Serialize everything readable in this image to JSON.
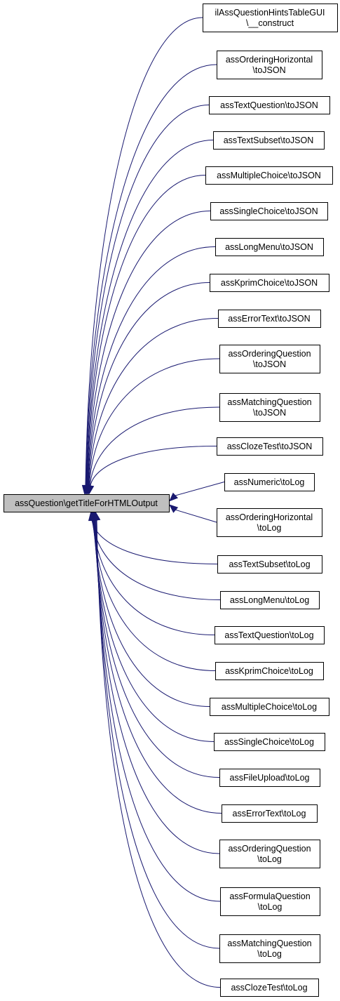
{
  "diagram": {
    "root": {
      "id": "root",
      "lines": [
        "assQuestion\\getTitleForHTMLOutput"
      ]
    },
    "callers": [
      {
        "id": "n0",
        "lines": [
          "ilAssQuestionHintsTableGUI",
          "\\__construct"
        ]
      },
      {
        "id": "n1",
        "lines": [
          "assOrderingHorizontal",
          "\\toJSON"
        ]
      },
      {
        "id": "n2",
        "lines": [
          "assTextQuestion\\toJSON"
        ]
      },
      {
        "id": "n3",
        "lines": [
          "assTextSubset\\toJSON"
        ]
      },
      {
        "id": "n4",
        "lines": [
          "assMultipleChoice\\toJSON"
        ]
      },
      {
        "id": "n5",
        "lines": [
          "assSingleChoice\\toJSON"
        ]
      },
      {
        "id": "n6",
        "lines": [
          "assLongMenu\\toJSON"
        ]
      },
      {
        "id": "n7",
        "lines": [
          "assKprimChoice\\toJSON"
        ]
      },
      {
        "id": "n8",
        "lines": [
          "assErrorText\\toJSON"
        ]
      },
      {
        "id": "n9",
        "lines": [
          "assOrderingQuestion",
          "\\toJSON"
        ]
      },
      {
        "id": "n10",
        "lines": [
          "assMatchingQuestion",
          "\\toJSON"
        ]
      },
      {
        "id": "n11",
        "lines": [
          "assClozeTest\\toJSON"
        ]
      },
      {
        "id": "n12",
        "lines": [
          "assNumeric\\toLog"
        ]
      },
      {
        "id": "n13",
        "lines": [
          "assOrderingHorizontal",
          "\\toLog"
        ]
      },
      {
        "id": "n14",
        "lines": [
          "assTextSubset\\toLog"
        ]
      },
      {
        "id": "n15",
        "lines": [
          "assLongMenu\\toLog"
        ]
      },
      {
        "id": "n16",
        "lines": [
          "assTextQuestion\\toLog"
        ]
      },
      {
        "id": "n17",
        "lines": [
          "assKprimChoice\\toLog"
        ]
      },
      {
        "id": "n18",
        "lines": [
          "assMultipleChoice\\toLog"
        ]
      },
      {
        "id": "n19",
        "lines": [
          "assSingleChoice\\toLog"
        ]
      },
      {
        "id": "n20",
        "lines": [
          "assFileUpload\\toLog"
        ]
      },
      {
        "id": "n21",
        "lines": [
          "assErrorText\\toLog"
        ]
      },
      {
        "id": "n22",
        "lines": [
          "assOrderingQuestion",
          "\\toLog"
        ]
      },
      {
        "id": "n23",
        "lines": [
          "assFormulaQuestion",
          "\\toLog"
        ]
      },
      {
        "id": "n24",
        "lines": [
          "assMatchingQuestion",
          "\\toLog"
        ]
      },
      {
        "id": "n25",
        "lines": [
          "assClozeTest\\toLog"
        ]
      }
    ],
    "edge_color": "#191970",
    "root_fill": "#bfbfbf"
  }
}
